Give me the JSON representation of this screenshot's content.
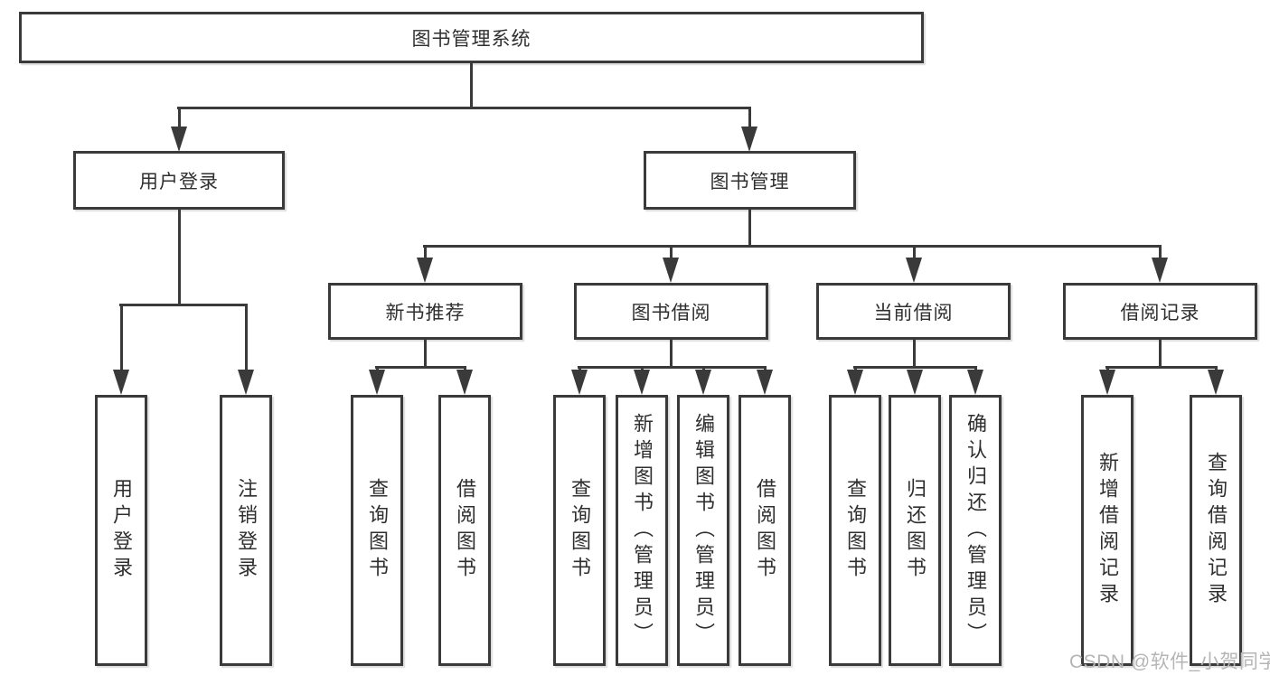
{
  "tree": {
    "root": "图书管理系统",
    "level2": [
      "用户登录",
      "图书管理"
    ],
    "level3": [
      "新书推荐",
      "图书借阅",
      "当前借阅",
      "借阅记录"
    ],
    "leaves": {
      "login": [
        "用户登录",
        "注销登录"
      ],
      "newbook": [
        "查询图书",
        "借阅图书"
      ],
      "borrow": [
        "查询图书",
        "新增图书（管理员）",
        "编辑图书（管理员）",
        "借阅图书"
      ],
      "current": [
        "查询图书",
        "归还图书",
        "确认归还（管理员）"
      ],
      "records": [
        "新增借阅记录",
        "查询借阅记录"
      ]
    }
  },
  "watermark": {
    "text": "CSDN @软件_小贺同学"
  },
  "colors": {
    "line": "#3a3a3a",
    "box_border": "#3a3a3a",
    "box_bg": "#ffffff",
    "text": "#2f2f2f",
    "watermark": "#b5b5b5",
    "background": "#ffffff"
  }
}
